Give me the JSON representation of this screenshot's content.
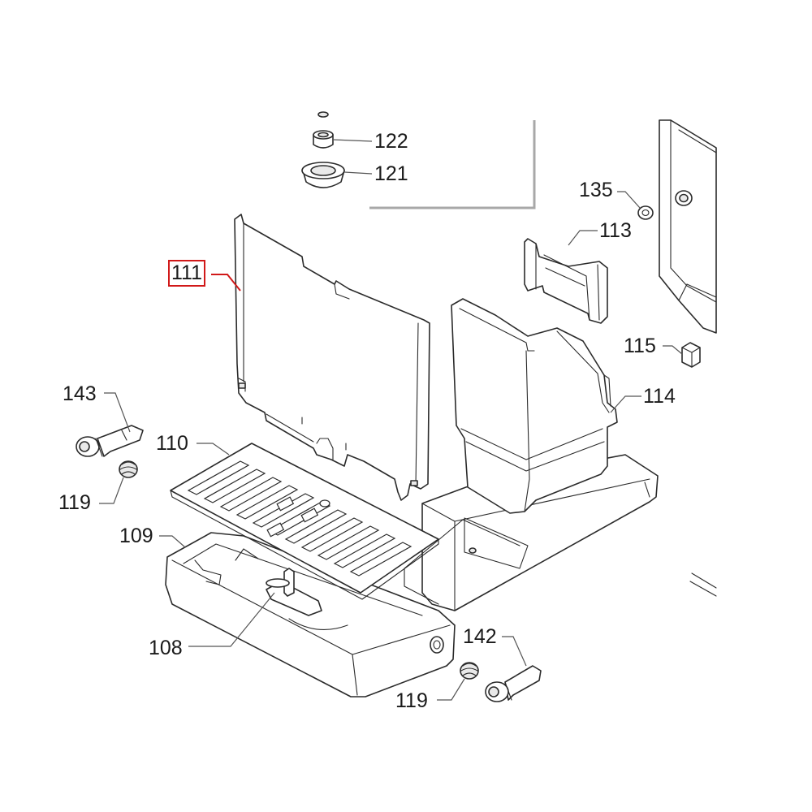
{
  "diagram": {
    "callouts": {
      "c122": "122",
      "c121": "121",
      "c111": "111",
      "c135": "135",
      "c113": "113",
      "c115": "115",
      "c114": "114",
      "c143": "143",
      "c110": "110",
      "c119a": "119",
      "c109": "109",
      "c108": "108",
      "c142": "142",
      "c119b": "119"
    },
    "highlighted_callout": "111",
    "colors": {
      "highlight": "#d11919",
      "line": "#2b2b2b",
      "frame": "#a8a8a8"
    }
  }
}
